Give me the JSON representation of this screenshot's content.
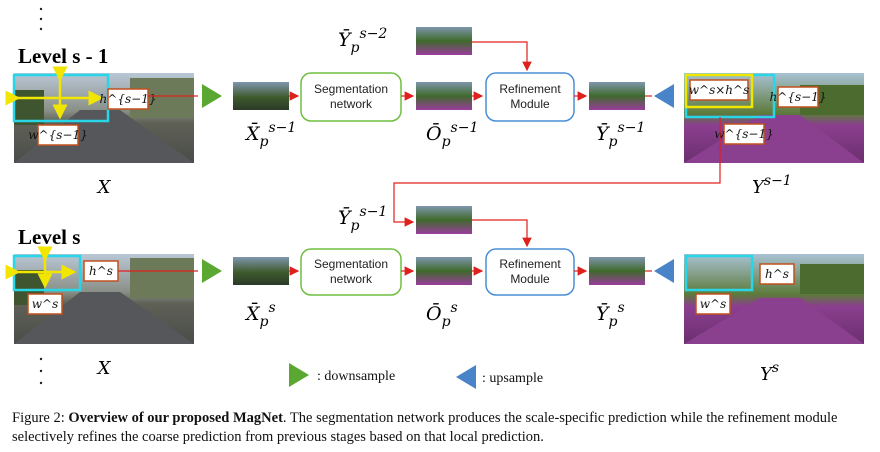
{
  "levels": [
    {
      "title": "Level s - 1",
      "input_label": "X",
      "h_tag": "h^{s−1}",
      "w_tag": "w^{s−1}",
      "ds_label_base": "X̄",
      "ds_label_sub": "p",
      "ds_label_sup": "s−1",
      "seg_line1": "Segmentation",
      "seg_line2": "network",
      "o_label_base": "Ō",
      "o_label_sub": "p",
      "o_label_sup": "s−1",
      "prev_label_base": "Ȳ",
      "prev_label_sub": "p",
      "prev_label_sup": "s−2",
      "ref_line1": "Refinement",
      "ref_line2": "Module",
      "yp_label_base": "Ȳ",
      "yp_label_sub": "p",
      "yp_label_sup": "s−1",
      "wh_tag": "w^s×h^s",
      "out_h_tag": "h^{s−1}",
      "out_w_tag": "w^{s−1}",
      "out_label_base": "Y",
      "out_label_sup": "s−1"
    },
    {
      "title": "Level s",
      "input_label": "X",
      "h_tag": "h^s",
      "w_tag": "w^s",
      "ds_label_base": "X̄",
      "ds_label_sub": "p",
      "ds_label_sup": "s",
      "seg_line1": "Segmentation",
      "seg_line2": "network",
      "o_label_base": "Ō",
      "o_label_sub": "p",
      "o_label_sup": "s",
      "prev_label_base": "Ȳ",
      "prev_label_sub": "p",
      "prev_label_sup": "s−1",
      "ref_line1": "Refinement",
      "ref_line2": "Module",
      "yp_label_base": "Ȳ",
      "yp_label_sub": "p",
      "yp_label_sup": "s",
      "out_h_tag": "h^s",
      "out_w_tag": "w^s",
      "out_label_base": "Y",
      "out_label_sup": "s"
    }
  ],
  "legend": {
    "downsample": ": downsample",
    "upsample": ": upsample"
  },
  "caption": {
    "prefix": "Figure 2: ",
    "bold": "Overview of our proposed MagNet",
    "rest": ". The segmentation network produces the scale-specific prediction while the refinement module selectively refines the coarse prediction from previous stages based on that local prediction."
  },
  "colors": {
    "arrow_red": "#e0201c",
    "seg_border": "#6fbf3f",
    "ref_border": "#4a8fd6",
    "downsample": "#5aa832",
    "upsample": "#4a84c8",
    "patch_box": "#29d6e8",
    "tag_border": "#c0501e",
    "cross": "#f2e600"
  }
}
